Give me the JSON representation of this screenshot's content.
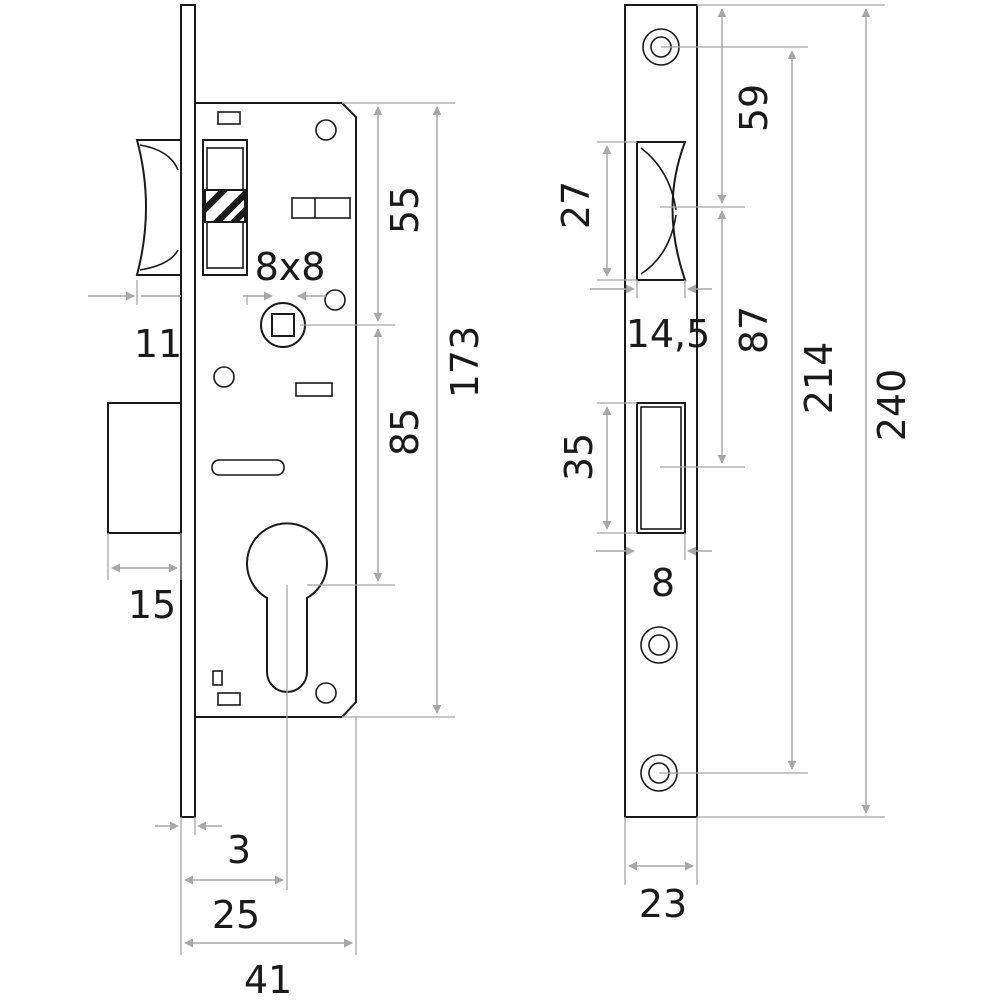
{
  "dimensions": {
    "lock_case_top_to_spindle": "55",
    "spindle_square": "8x8",
    "latch_projection": "11",
    "spindle_to_cylinder": "85",
    "lock_case_height": "173",
    "deadbolt_projection": "15",
    "faceplate_thickness": "3",
    "backset": "25",
    "case_depth": "41",
    "strike_top_to_latch": "59",
    "latch_slot_height": "27",
    "latch_slot_width": "14,5",
    "strike_latch_to_bolt": "87",
    "strike_hole_spacing": "214",
    "strike_height": "240",
    "bolt_slot_height": "35",
    "bolt_slot_width": "8",
    "strike_width": "23"
  },
  "colors": {
    "outline": "#1a1a1a",
    "dimension_line": "#a8a8a8",
    "background": "#ffffff"
  }
}
